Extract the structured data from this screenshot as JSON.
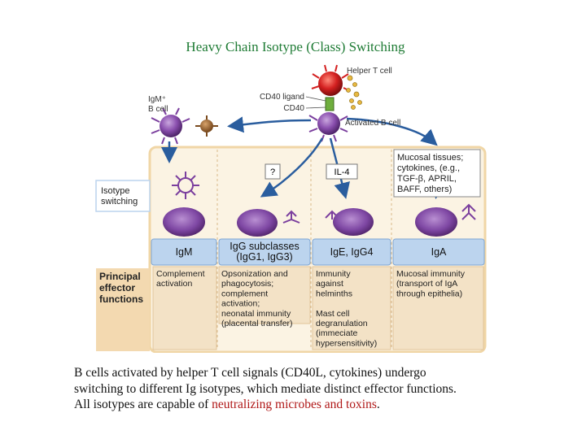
{
  "title": "Heavy Chain Isotype (Class) Switching",
  "figure": {
    "helper_t_cell": "Helper T cell",
    "cd40_ligand": "CD40 ligand",
    "cd40": "CD40",
    "igm_b_cell": [
      "IgM⁺",
      "B cell"
    ],
    "activated_b_cell": "Activated B cell",
    "isotype_switching": [
      "Isotype",
      "switching"
    ],
    "signal_unknown": "?",
    "signal_il4": "IL-4",
    "mucosal": [
      "Mucosal tissues;",
      "cytokines, (e.g.,",
      "TGF-β, APRIL,",
      "BAFF, others)"
    ],
    "principal_effector": [
      "Principal",
      "effector",
      "functions"
    ],
    "isotypes": [
      {
        "label": [
          "IgM"
        ]
      },
      {
        "label": [
          "IgG subclasses",
          "(IgG1, IgG3)"
        ]
      },
      {
        "label": [
          "IgE, IgG4"
        ]
      },
      {
        "label": [
          "IgA"
        ]
      }
    ],
    "functions": [
      [
        "Complement",
        "activation"
      ],
      [
        "Opsonization and",
        "phagocytosis;",
        "complement",
        "activation;",
        "neonatal immunity",
        "(placental transfer)"
      ],
      [
        "Immunity",
        "against",
        "helminths",
        "",
        "Mast cell",
        "degranulation",
        "(immeciate",
        "hypersensitivity)"
      ],
      [
        "Mucosal immunity",
        "(transport of IgA",
        "through  epithelia)"
      ]
    ],
    "colors": {
      "cell_purple": "#7b3f9e",
      "t_cell_red": "#d42020",
      "box_blue": "#bcd4ee",
      "box_tan": "#f3e2c6",
      "panel_border": "#f0d6a6",
      "arrow_blue": "#2a5d9e"
    }
  },
  "caption": {
    "lines": [
      "B  cells  activated  by  helper  T  cell  signals  (CD40L,  cytokines)  undergo",
      "switching to different Ig isotypes, which mediate distinct effector functions."
    ],
    "line3_prefix": "All isotypes are capable of ",
    "highlight": "neutralizing microbes and toxins",
    "suffix": "."
  }
}
